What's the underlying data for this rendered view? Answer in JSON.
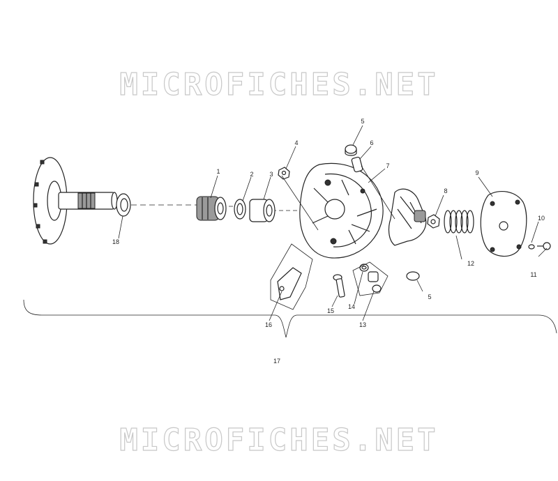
{
  "watermark": {
    "text": "MICROFICHES.NET"
  },
  "labels": {
    "p1": "1",
    "p2": "2",
    "p3": "3",
    "p4": "4",
    "p5a": "5",
    "p5b": "5",
    "p6": "6",
    "p7": "7",
    "p8": "8",
    "p9": "9",
    "p10": "10",
    "p11": "11",
    "p12": "12",
    "p13": "13",
    "p14": "14",
    "p15": "15",
    "p16": "16",
    "p17": "17",
    "p18": "18"
  }
}
